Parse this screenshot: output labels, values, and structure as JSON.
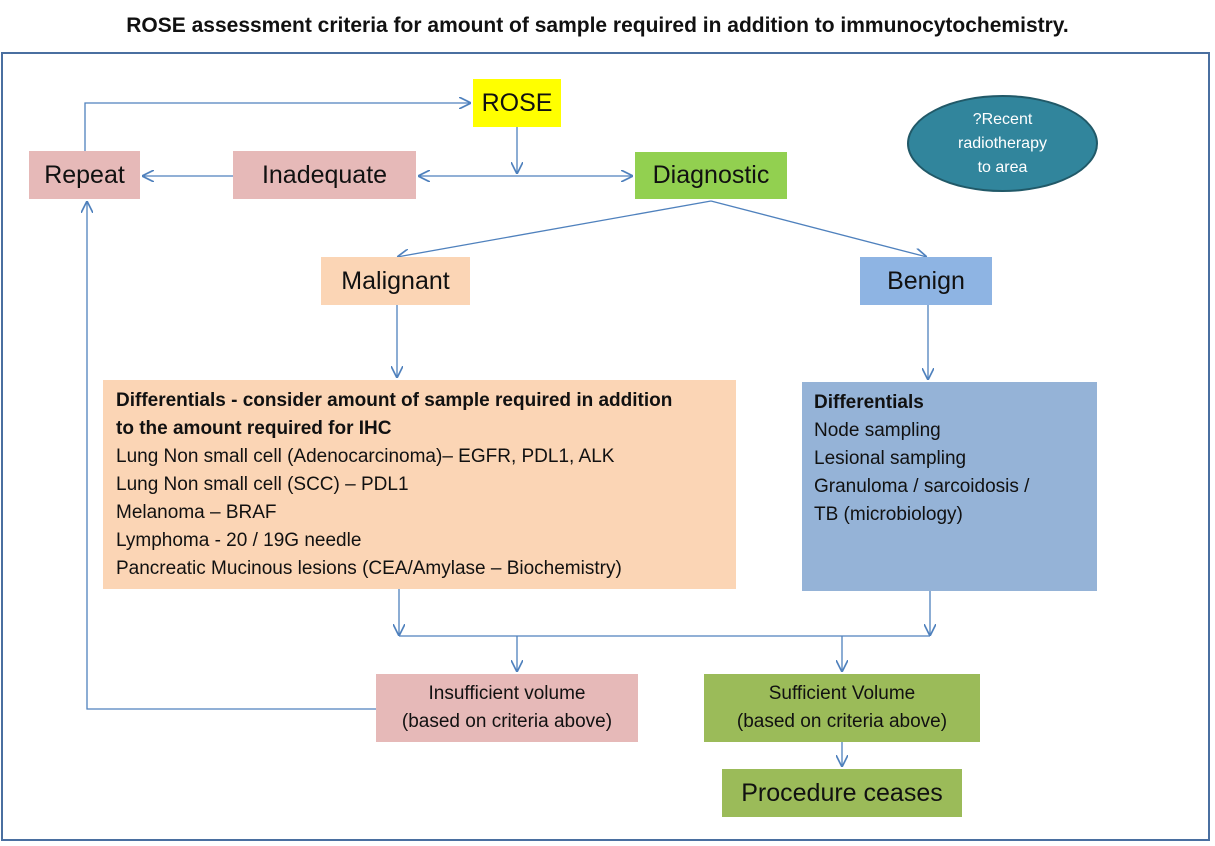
{
  "title": "ROSE assessment criteria for amount of sample required in addition to immunocytochemistry.",
  "nodes": {
    "rose": "ROSE",
    "repeat": "Repeat",
    "inadequate": "Inadequate",
    "diagnostic": "Diagnostic",
    "malignant": "Malignant",
    "benign": "Benign",
    "radiotherapy": [
      "?Recent",
      "radiotherapy",
      "to area"
    ],
    "insufficient": [
      "Insufficient volume",
      "(based on criteria above)"
    ],
    "sufficient": [
      "Sufficient Volume",
      "(based on criteria above)"
    ],
    "ceases": "Procedure ceases"
  },
  "malignant_differentials": {
    "heading": [
      "Differentials - consider amount of sample required in addition",
      "to the amount required for IHC"
    ],
    "items": [
      "Lung Non small cell (Adenocarcinoma)– EGFR, PDL1, ALK",
      "Lung Non small cell (SCC) – PDL1",
      "Melanoma – BRAF",
      "Lymphoma - 20 / 19G needle",
      "Pancreatic Mucinous lesions (CEA/Amylase – Biochemistry)"
    ]
  },
  "benign_differentials": {
    "heading": "Differentials",
    "items": [
      "Node sampling",
      "Lesional sampling",
      "Granuloma / sarcoidosis /",
      "TB (microbiology)"
    ]
  },
  "colors": {
    "rose": "#ffff00",
    "repeat_inadequate_insufficient": "#e6b9b8",
    "diagnostic": "#92d050",
    "malignant": "#fbd5b5",
    "benign": "#8eb4e3",
    "benign_differentials": "#95b3d7",
    "sufficient_ceases": "#9bbb59",
    "radiotherapy_ellipse": "#31859c",
    "connector": "#4f81bd",
    "frame": "#4a6fa0"
  }
}
